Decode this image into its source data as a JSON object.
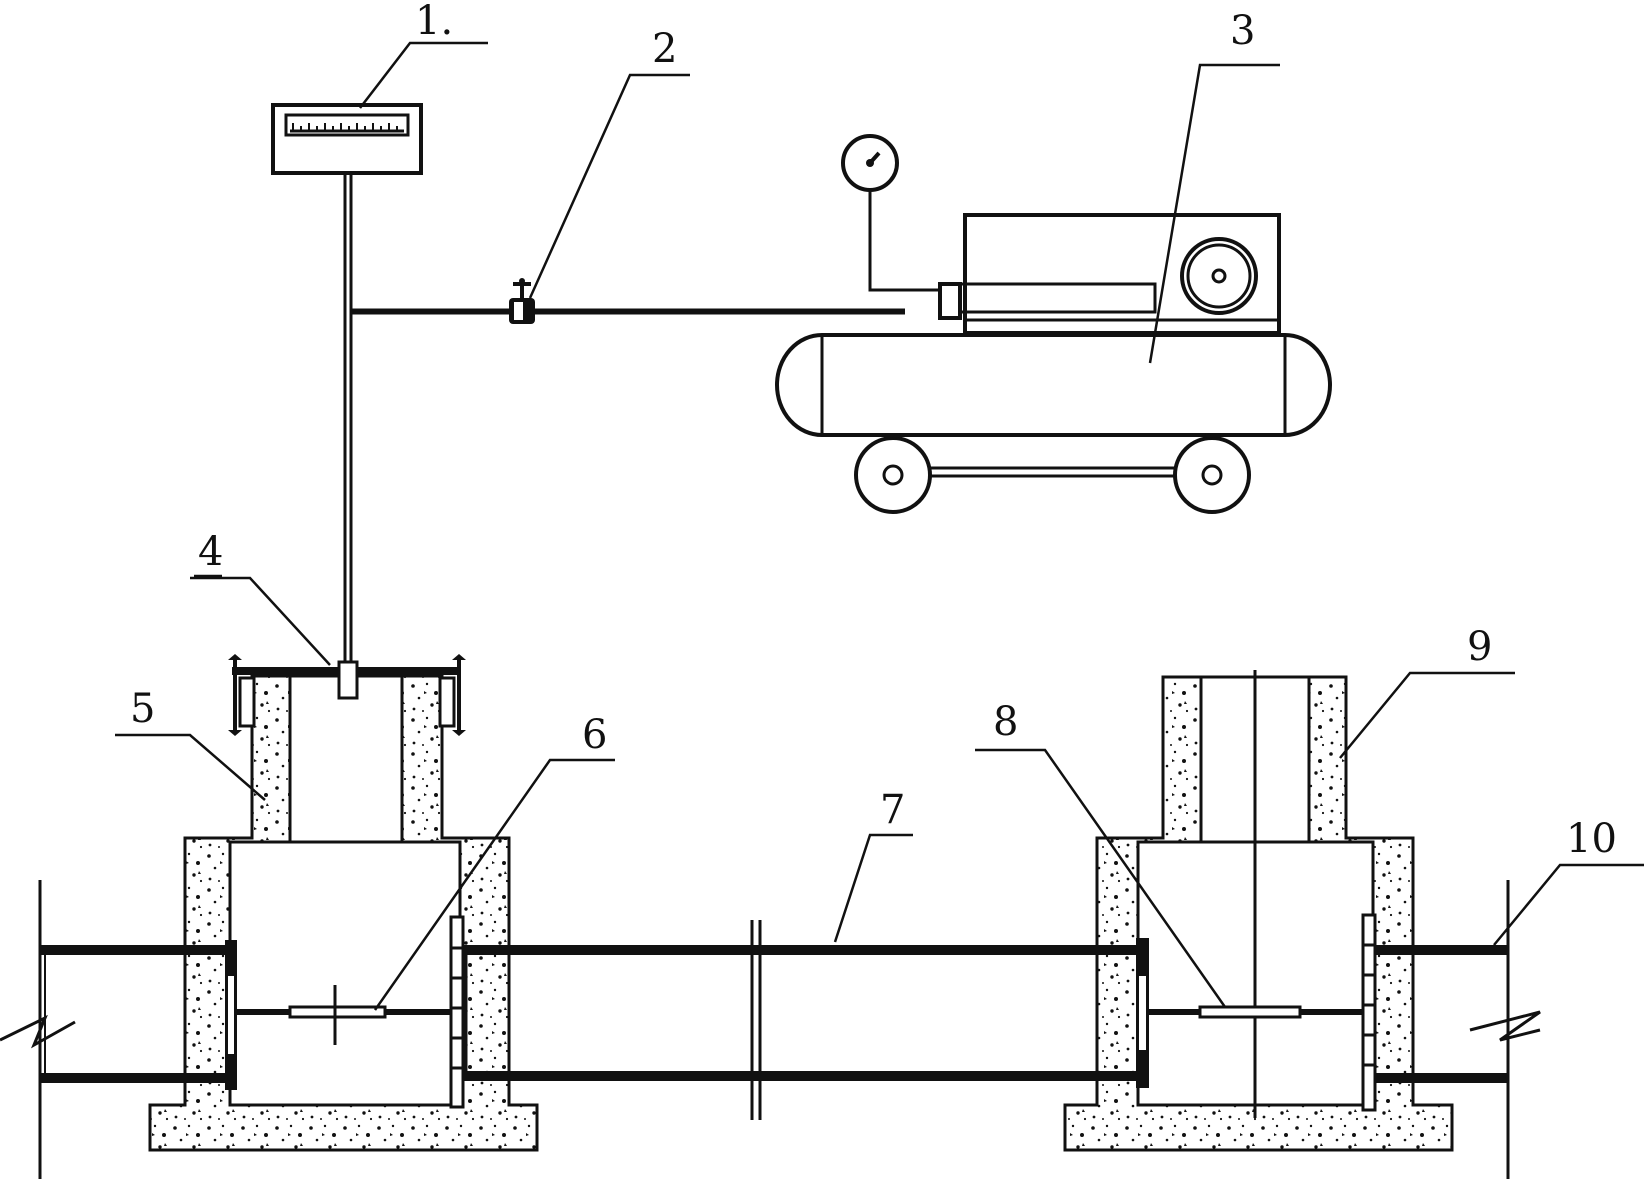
{
  "labels": {
    "l1": "1.",
    "l2": "2",
    "l3": "3",
    "l4": "4",
    "l5": "5",
    "l6": "6",
    "l7": "7",
    "l8": "8",
    "l9": "9",
    "l10": "10"
  }
}
